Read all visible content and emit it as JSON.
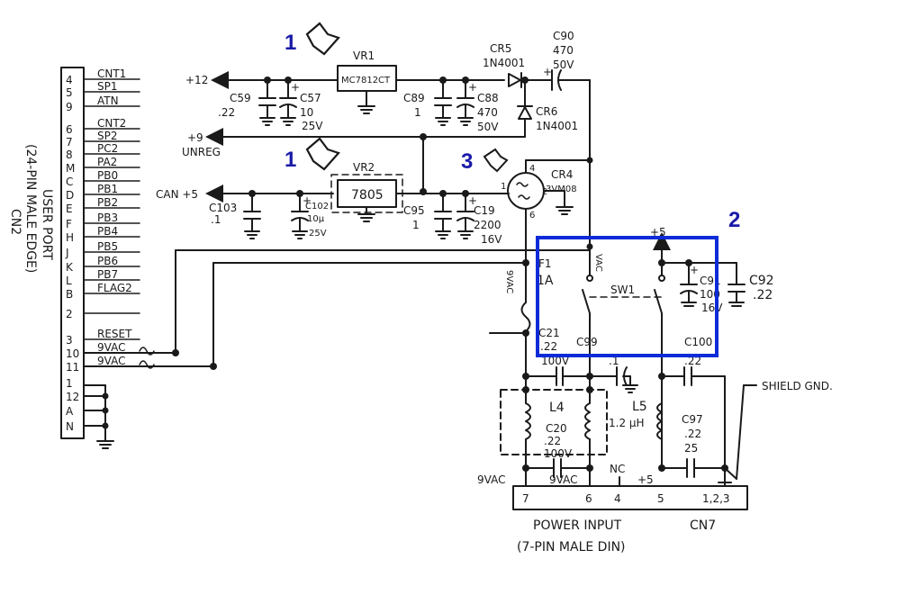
{
  "colors": {
    "ink": "#1a1a1a",
    "marker": "#1a1aa8",
    "highlight": "#0d2bd8",
    "paper": "#ffffff"
  },
  "markers": [
    "1",
    "1",
    "3",
    "2"
  ],
  "user_port": {
    "title_1": "USER PORT",
    "title_2": "(24-PIN MALE EDGE)",
    "title_3": "CN2",
    "pins": [
      {
        "pin": "4",
        "signal": "CNT1"
      },
      {
        "pin": "5",
        "signal": "SP1"
      },
      {
        "pin": "9",
        "signal": "ATN"
      },
      {
        "pin": "6",
        "signal": "CNT2"
      },
      {
        "pin": "7",
        "signal": "SP2"
      },
      {
        "pin": "8",
        "signal": "PC2"
      },
      {
        "pin": "M",
        "signal": "PA2"
      },
      {
        "pin": "C",
        "signal": "PB0"
      },
      {
        "pin": "D",
        "signal": "PB1"
      },
      {
        "pin": "E",
        "signal": "PB2"
      },
      {
        "pin": "F",
        "signal": "PB3"
      },
      {
        "pin": "H",
        "signal": "PB4"
      },
      {
        "pin": "J",
        "signal": "PB5"
      },
      {
        "pin": "K",
        "signal": "PB6"
      },
      {
        "pin": "L",
        "signal": "PB7"
      },
      {
        "pin": "B",
        "signal": "FLAG2"
      },
      {
        "pin": "2",
        "signal": ""
      },
      {
        "pin": "3",
        "signal": "RESET"
      },
      {
        "pin": "10",
        "signal": "9VAC"
      },
      {
        "pin": "11",
        "signal": "9VAC"
      },
      {
        "pin": "1",
        "signal": ""
      },
      {
        "pin": "12",
        "signal": ""
      },
      {
        "pin": "A",
        "signal": ""
      },
      {
        "pin": "N",
        "signal": ""
      }
    ]
  },
  "nets": {
    "plus12": "+12",
    "plus9": "+9",
    "unreg": "UNREG",
    "can5": "CAN +5",
    "plus5": "+5",
    "shield": "SHIELD GND."
  },
  "regulators": {
    "vr1": "VR1",
    "vr1_part": "MC7812CT",
    "vr2": "VR2",
    "vr2_part": "7805"
  },
  "caps": {
    "c59": [
      "C59",
      ".22"
    ],
    "c57": [
      "C57",
      "10",
      "25V"
    ],
    "c89": [
      "C89",
      "1"
    ],
    "c88": [
      "C88",
      "470",
      "50V"
    ],
    "c90": [
      "C90",
      "470",
      "50V"
    ],
    "c103": [
      "C103",
      ".1"
    ],
    "c102": [
      "C102",
      "10µ",
      "25V"
    ],
    "c95": [
      "C95",
      "1"
    ],
    "c19": [
      "C19",
      "2200",
      "16V"
    ],
    "c91": [
      "C91",
      "100",
      "16V"
    ],
    "c92": [
      "C92",
      ".22"
    ],
    "c21": [
      "C21",
      ".22",
      "100V"
    ],
    "c99": [
      "C99",
      ".1"
    ],
    "c100": [
      "C100",
      ".22"
    ],
    "c20": [
      "C20",
      ".22",
      "100V"
    ],
    "c97": [
      "C97",
      ".22",
      "25"
    ]
  },
  "diodes": {
    "cr5": [
      "CR5",
      "1N4001"
    ],
    "cr6": [
      "CR6",
      "1N4001"
    ],
    "cr4": [
      "CR4",
      "3VM08"
    ]
  },
  "fuse": {
    "name": "F1",
    "rating": "1A",
    "volts": "9VAC"
  },
  "inductors": {
    "l4": "L4",
    "l5": "L5",
    "l5_val": "1.2 µH"
  },
  "switch": {
    "name": "SW1",
    "label": "VAC"
  },
  "power_input": {
    "title": "POWER INPUT",
    "connector": "CN7",
    "subtitle": "(7-PIN MALE DIN)",
    "pins": [
      "7",
      "6",
      "4",
      "5",
      "1,2,3"
    ],
    "pin_labels": [
      "9VAC",
      "9VAC",
      "NC",
      "+5"
    ]
  }
}
